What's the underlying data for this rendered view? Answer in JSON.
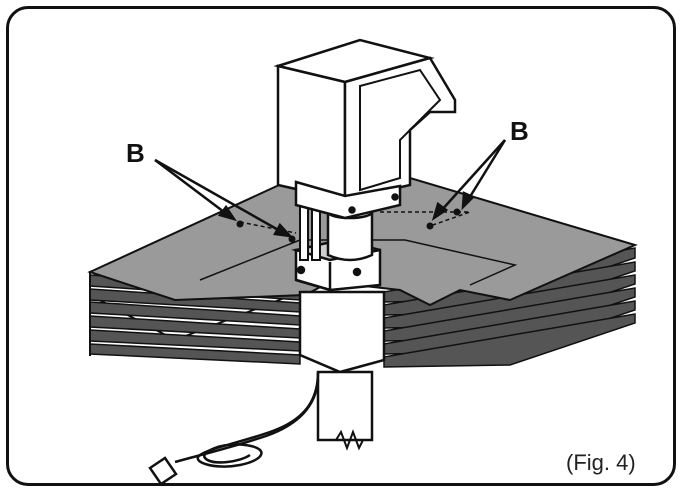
{
  "figure": {
    "callout_left": "B",
    "callout_right": "B",
    "caption": "(Fig. 4)"
  },
  "colors": {
    "outline": "#111111",
    "roof_surface": "#9a9a9a",
    "unit_fill": "#ffffff",
    "lid_surface": "#bdbdbd"
  }
}
